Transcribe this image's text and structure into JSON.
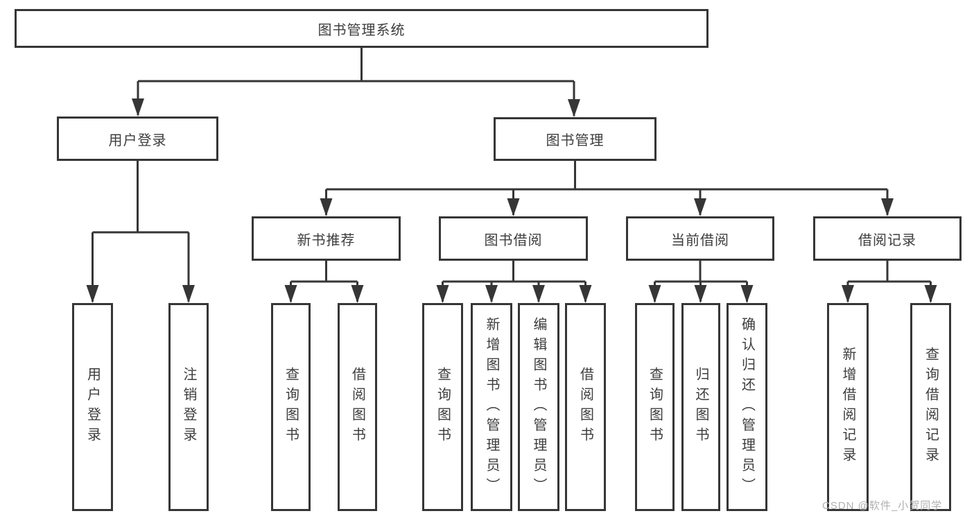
{
  "tree": {
    "root": {
      "label": "图书管理系统"
    },
    "branches": [
      {
        "label": "用户登录",
        "children": [
          {
            "label": "用户登录"
          },
          {
            "label": "注销登录"
          }
        ]
      },
      {
        "label": "图书管理",
        "children": [
          {
            "label": "新书推荐",
            "children": [
              {
                "label": "查询图书"
              },
              {
                "label": "借阅图书"
              }
            ]
          },
          {
            "label": "图书借阅",
            "children": [
              {
                "label": "查询图书"
              },
              {
                "label": "新增图书（管理员）"
              },
              {
                "label": "编辑图书（管理员）"
              },
              {
                "label": "借阅图书"
              }
            ]
          },
          {
            "label": "当前借阅",
            "children": [
              {
                "label": "查询图书"
              },
              {
                "label": "归还图书"
              },
              {
                "label": "确认归还（管理员）"
              }
            ]
          },
          {
            "label": "借阅记录",
            "children": [
              {
                "label": "新增借阅记录"
              },
              {
                "label": "查询借阅记录"
              }
            ]
          }
        ]
      }
    ]
  },
  "watermark": "CSDN @软件_小贺同学",
  "colors": {
    "line": "#363636",
    "box_border": "#363636",
    "box_fill": "#ffffff",
    "text": "#3d3d3d",
    "watermark": "#b0b0b0"
  }
}
